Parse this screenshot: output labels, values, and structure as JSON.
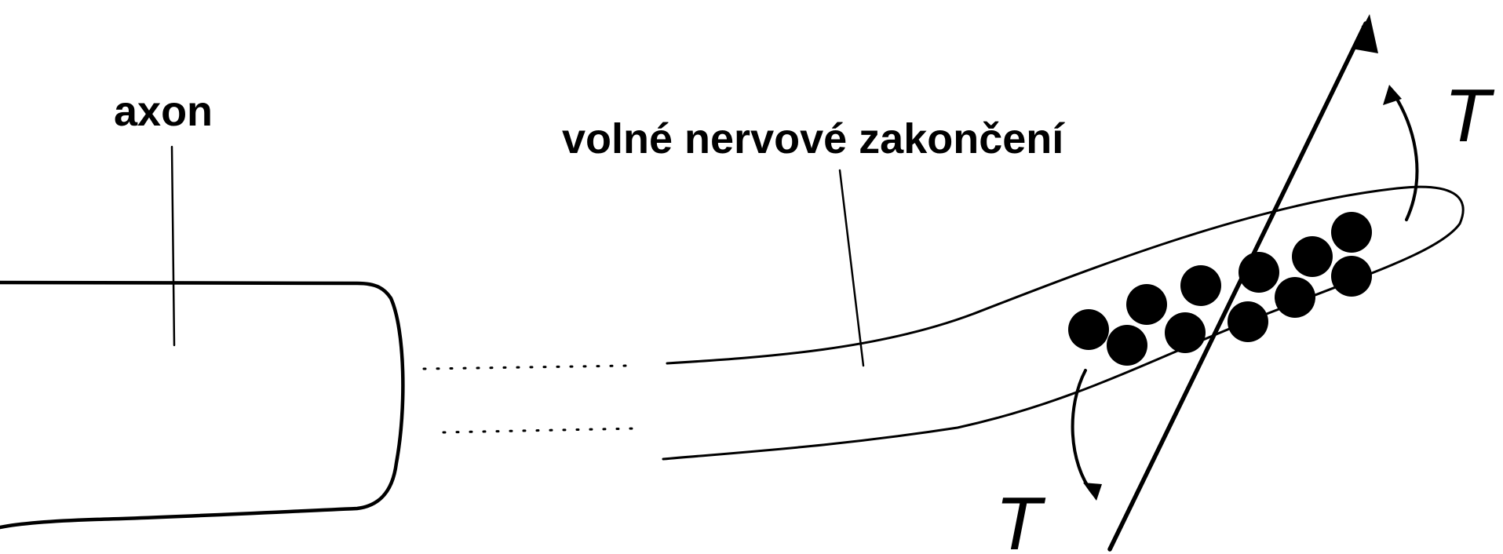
{
  "labels": {
    "axon": "axon",
    "free_nerve_ending": "volné nervové zakončení",
    "tension_left": "T",
    "tension_right": "T"
  },
  "colors": {
    "ink": "#000000",
    "background": "#ffffff"
  },
  "particle_count": 11
}
